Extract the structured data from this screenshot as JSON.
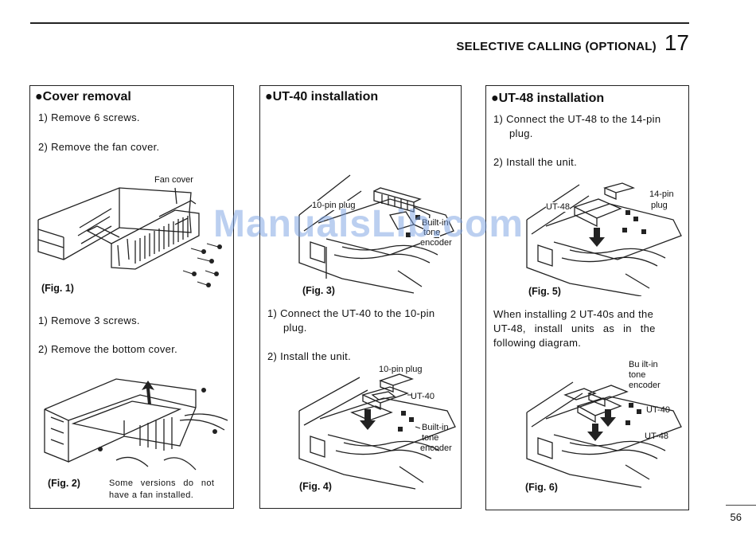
{
  "header": {
    "section_title": "SELECTIVE CALLING (OPTIONAL)",
    "section_number": "17"
  },
  "panel1": {
    "title": "●Cover removal",
    "steps_a": [
      "1) Remove 6 screws.",
      "2) Remove the fan cover."
    ],
    "fig1_label": "(Fig. 1)",
    "fig1_callout": "Fan cover",
    "steps_b": [
      "1) Remove 3 screws.",
      "2) Remove the bottom cover."
    ],
    "fig2_label": "(Fig. 2)",
    "fig2_note": [
      "Some versions do not",
      "have a fan installed."
    ]
  },
  "panel2": {
    "title": "●UT-40 installation",
    "fig3_label": "(Fig. 3)",
    "fig3_callouts": {
      "plug": "10-pin plug",
      "encoder": [
        "Built-in",
        "tone",
        "encoder"
      ]
    },
    "steps": [
      "1) Connect the UT-40 to the 10-pin",
      "plug.",
      "2) Install the unit."
    ],
    "fig4_label": "(Fig. 4)",
    "fig4_callouts": {
      "plug": "10-pin plug",
      "unit": "UT-40",
      "encoder": [
        "Built-in",
        "tone",
        "encoder"
      ]
    }
  },
  "panel3": {
    "title": "●UT-48 installation",
    "steps": [
      "1) Connect the UT-48 to the 14-pin",
      "plug.",
      "2) Install the unit."
    ],
    "fig5_label": "(Fig. 5)",
    "fig5_callouts": {
      "unit": "UT-48",
      "plug": [
        "14-pin",
        "plug"
      ]
    },
    "para": [
      "When installing 2 UT-40s and the",
      "UT-48, install units as in the",
      "following diagram."
    ],
    "fig6_label": "(Fig. 6)",
    "fig6_callouts": {
      "encoder": [
        "Bu ilt-in",
        "tone",
        "encoder"
      ],
      "ut40": "UT-40",
      "ut48": "UT-48"
    }
  },
  "watermark": "ManualsLib.com",
  "page_number": "56"
}
